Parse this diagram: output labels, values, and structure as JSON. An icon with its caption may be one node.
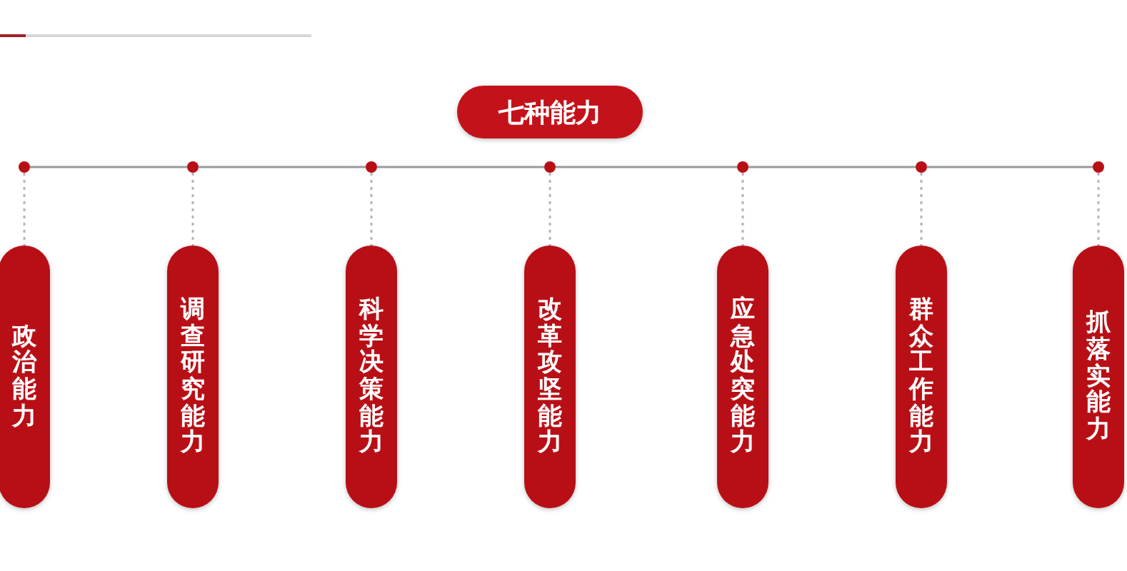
{
  "diagram": {
    "nodes": [
      {
        "text": [
          "七种能力"
        ]
      },
      {
        "text": [],
        "shape": "circle"
      },
      {
        "text": [],
        "shape": "circle"
      },
      {
        "text": [],
        "shape": "circle"
      },
      {
        "text": [],
        "shape": "circle"
      },
      {
        "text": [],
        "shape": "circle"
      },
      {
        "text": [],
        "shape": "circle"
      },
      {
        "text": [],
        "shape": "circle"
      },
      {
        "text": [
          "政治能力"
        ]
      },
      {
        "text": [
          "调查研究能力"
        ]
      },
      {
        "text": [
          "科学决策能力"
        ]
      },
      {
        "text": [
          "改革攻坚能力"
        ]
      },
      {
        "text": [
          "应急处突能力"
        ]
      },
      {
        "text": [
          "群众工作能力"
        ]
      },
      {
        "text": [
          "抓落实能力"
        ]
      }
    ],
    "edges": [
      {
        "from": 1,
        "to": 2,
        "arrow": "none"
      },
      {
        "from": 2,
        "to": 3,
        "arrow": "none"
      },
      {
        "from": 3,
        "to": 4,
        "arrow": "none"
      },
      {
        "from": 4,
        "to": 5,
        "arrow": "none"
      },
      {
        "from": 5,
        "to": 6,
        "arrow": "none"
      },
      {
        "from": 6,
        "to": 7,
        "arrow": "none"
      },
      {
        "from": 1,
        "to": 8,
        "arrow": "none",
        "style": "dashed"
      },
      {
        "from": 2,
        "to": 9,
        "arrow": "none",
        "style": "dashed"
      },
      {
        "from": 3,
        "to": 10,
        "arrow": "none",
        "style": "dashed"
      },
      {
        "from": 4,
        "to": 11,
        "arrow": "none",
        "style": "dashed"
      },
      {
        "from": 5,
        "to": 12,
        "arrow": "none",
        "style": "dashed"
      },
      {
        "from": 6,
        "to": 13,
        "arrow": "none",
        "style": "dashed"
      },
      {
        "from": 7,
        "to": 14,
        "arrow": "none",
        "style": "dashed"
      }
    ]
  }
}
